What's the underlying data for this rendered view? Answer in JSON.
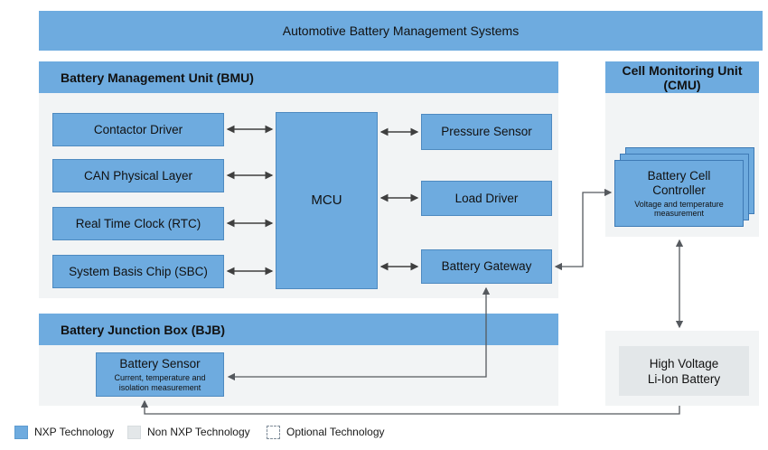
{
  "banner": {
    "title": "Automotive Battery Management Systems"
  },
  "bmu": {
    "title": "Battery Management Unit (BMU)",
    "left_boxes": [
      "Contactor Driver",
      "CAN Physical Layer",
      "Real Time Clock (RTC)",
      "System Basis Chip (SBC)"
    ],
    "mcu_label": "MCU",
    "right_boxes": [
      "Pressure Sensor",
      "Load Driver",
      "Battery Gateway"
    ]
  },
  "cmu": {
    "title": "Cell Monitoring Unit (CMU)",
    "controller": {
      "title": "Battery Cell Controller",
      "subtitle": "Voltage and temperature measurement"
    }
  },
  "bjb": {
    "title": "Battery Junction Box (BJB)",
    "sensor": {
      "title": "Battery Sensor",
      "subtitle": "Current, temperature and isolation measurement"
    }
  },
  "hv_battery": {
    "lines": [
      "High Voltage",
      "Li-Ion Battery"
    ]
  },
  "legend": {
    "items": [
      {
        "label": "NXP Technology"
      },
      {
        "label": "Non NXP Technology"
      },
      {
        "label": "Optional Technology"
      }
    ]
  },
  "colors": {
    "nxp_blue": "#6EABDF",
    "non_nxp_gray": "#E3E7E9",
    "panel_gray": "#F2F4F5",
    "arrow_dark": "#3F3F3F",
    "wire_gray": "#666B70"
  }
}
